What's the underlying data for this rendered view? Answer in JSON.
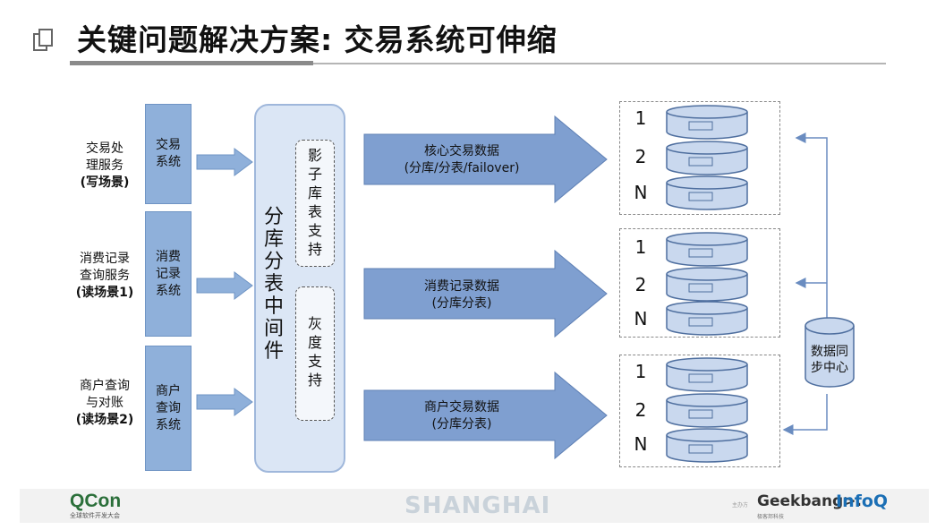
{
  "title": "关键问题解决方案: 交易系统可伸缩",
  "scenarios": [
    {
      "line1": "交易处",
      "line2": "理服务",
      "tag": "(写场景)"
    },
    {
      "line1": "消费记录",
      "line2": "查询服务",
      "tag": "(读场景1)"
    },
    {
      "line1": "商户查询",
      "line2": "与对账",
      "tag": "(读场景2)"
    }
  ],
  "systems": [
    "交易系统",
    "消费记录系统",
    "商户查询系统"
  ],
  "middleware": {
    "label": "分库分表中间件",
    "sub1": "影子库表支持",
    "sub2": "灰度支持"
  },
  "data_arrows": [
    {
      "line1": "核心交易数据",
      "line2": "(分库/分表/failover)"
    },
    {
      "line1": "消费记录数据",
      "line2": "(分库分表)"
    },
    {
      "line1": "商户交易数据",
      "line2": "(分库分表)"
    }
  ],
  "db_labels": [
    "1",
    "2",
    "N"
  ],
  "sync_center": "数据同步中心",
  "footer": {
    "qcon": "QCon",
    "qcon_sub": "全球软件开发大会",
    "city": "SHANGHAI",
    "tiny": "主办方",
    "geekbang": "Geekbang>.",
    "geekbang_sub": "极客邦科技",
    "infoq": "InfoQ"
  },
  "colors": {
    "box": "#8fb0da",
    "arrow": "#7f9fd0",
    "middleware": "#dbe6f5",
    "db": "#c9d8ee"
  }
}
